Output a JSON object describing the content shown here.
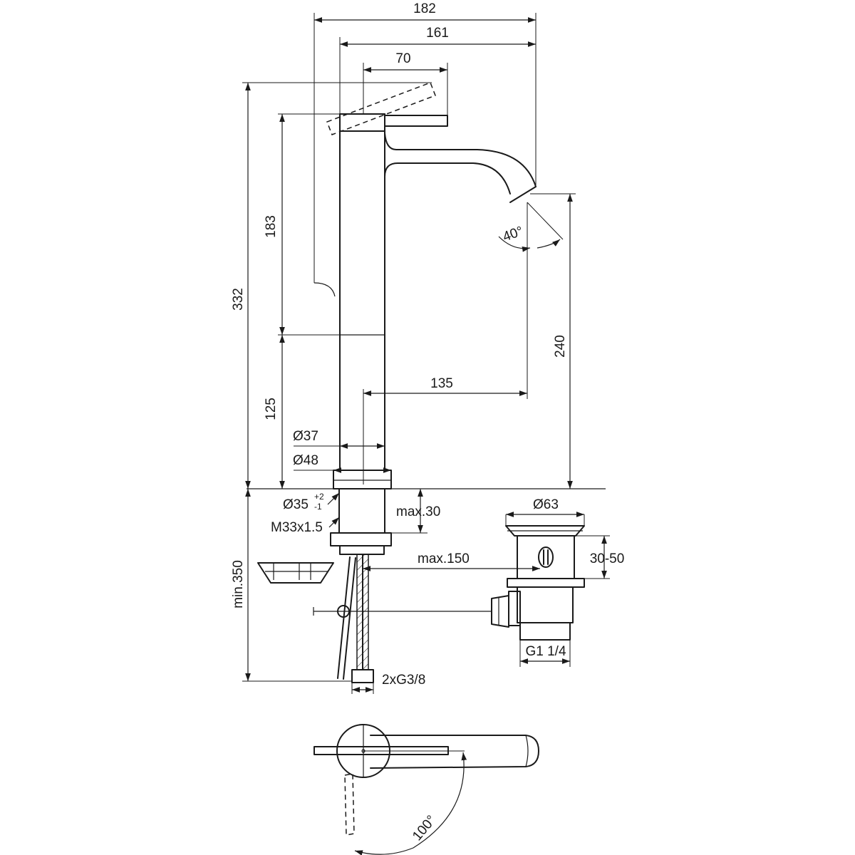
{
  "dimensions": {
    "overall_width": "182",
    "body_to_spout_width": "161",
    "lever_length": "70",
    "overall_height": "332",
    "upper_body_height": "183",
    "lower_body_height": "125",
    "spout_height": "240",
    "spout_reach": "135",
    "spout_angle": "40°",
    "body_diameter": "Ø37",
    "base_diameter": "Ø48",
    "hole_diameter": "Ø35",
    "hole_tol_plus": "+2",
    "hole_tol_minus": "-1",
    "thread": "M33x1.5",
    "max_deck_thickness": "max.30",
    "max_pull_rod": "max.150",
    "waste_diameter": "Ø63",
    "waste_range": "30-50",
    "waste_thread": "G1 1/4",
    "min_length": "min.350",
    "hose_connections": "2xG3/8",
    "rotation_angle": "100°"
  }
}
